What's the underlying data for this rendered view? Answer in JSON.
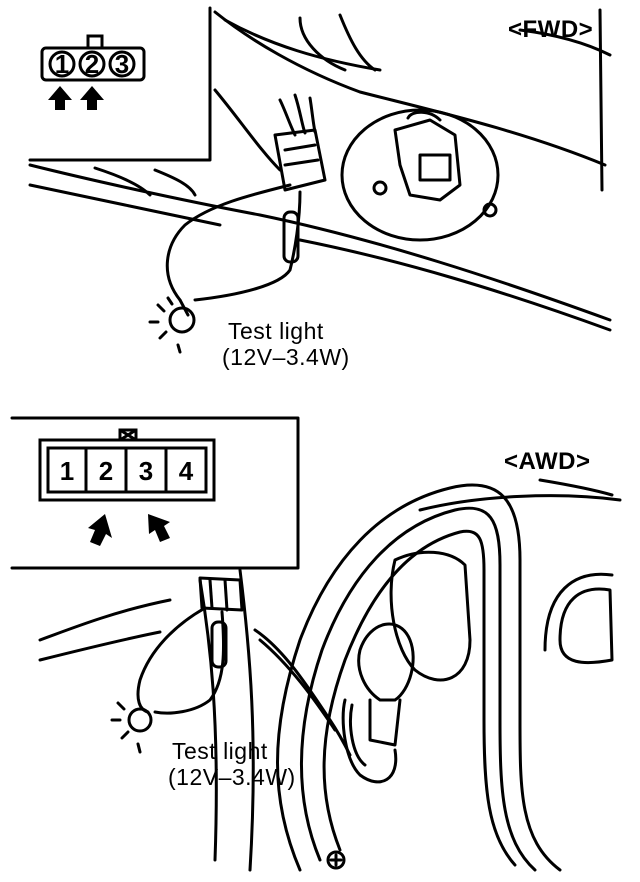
{
  "fwd": {
    "label": "<FWD>",
    "connector_pins": [
      "1",
      "2",
      "3"
    ],
    "test_light_label": "Test light",
    "test_light_spec": "(12V–3.4W)"
  },
  "awd": {
    "label": "<AWD>",
    "connector_pins": [
      "1",
      "2",
      "3",
      "4"
    ],
    "test_light_label": "Test light",
    "test_light_spec": "(12V–3.4W)"
  }
}
